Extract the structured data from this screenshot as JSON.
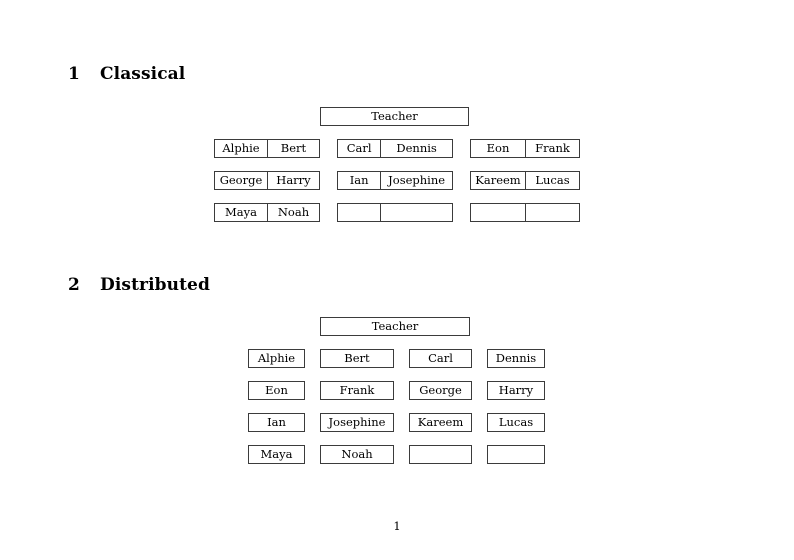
{
  "document": {
    "page_number": "1",
    "teacher_label": "Teacher"
  },
  "sections": [
    {
      "number": "1",
      "title": "Classical",
      "layout": "paired-columns",
      "teacher": "Teacher",
      "groups": [
        {
          "name": "group-left",
          "rows": [
            {
              "left": "Alphie",
              "right": "Bert"
            },
            {
              "left": "George",
              "right": "Harry"
            },
            {
              "left": "Maya",
              "right": "Noah"
            }
          ]
        },
        {
          "name": "group-middle",
          "rows": [
            {
              "left": "Carl",
              "right": "Dennis"
            },
            {
              "left": "Ian",
              "right": "Josephine"
            },
            {
              "left": "",
              "right": ""
            }
          ]
        },
        {
          "name": "group-right",
          "rows": [
            {
              "left": "Eon",
              "right": "Frank"
            },
            {
              "left": "Kareem",
              "right": "Lucas"
            },
            {
              "left": "",
              "right": ""
            }
          ]
        }
      ]
    },
    {
      "number": "2",
      "title": "Distributed",
      "layout": "single-columns",
      "teacher": "Teacher",
      "rows": [
        [
          "Alphie",
          "Bert",
          "Carl",
          "Dennis"
        ],
        [
          "Eon",
          "Frank",
          "George",
          "Harry"
        ],
        [
          "Ian",
          "Josephine",
          "Kareem",
          "Lucas"
        ],
        [
          "Maya",
          "Noah",
          "",
          ""
        ]
      ]
    }
  ]
}
